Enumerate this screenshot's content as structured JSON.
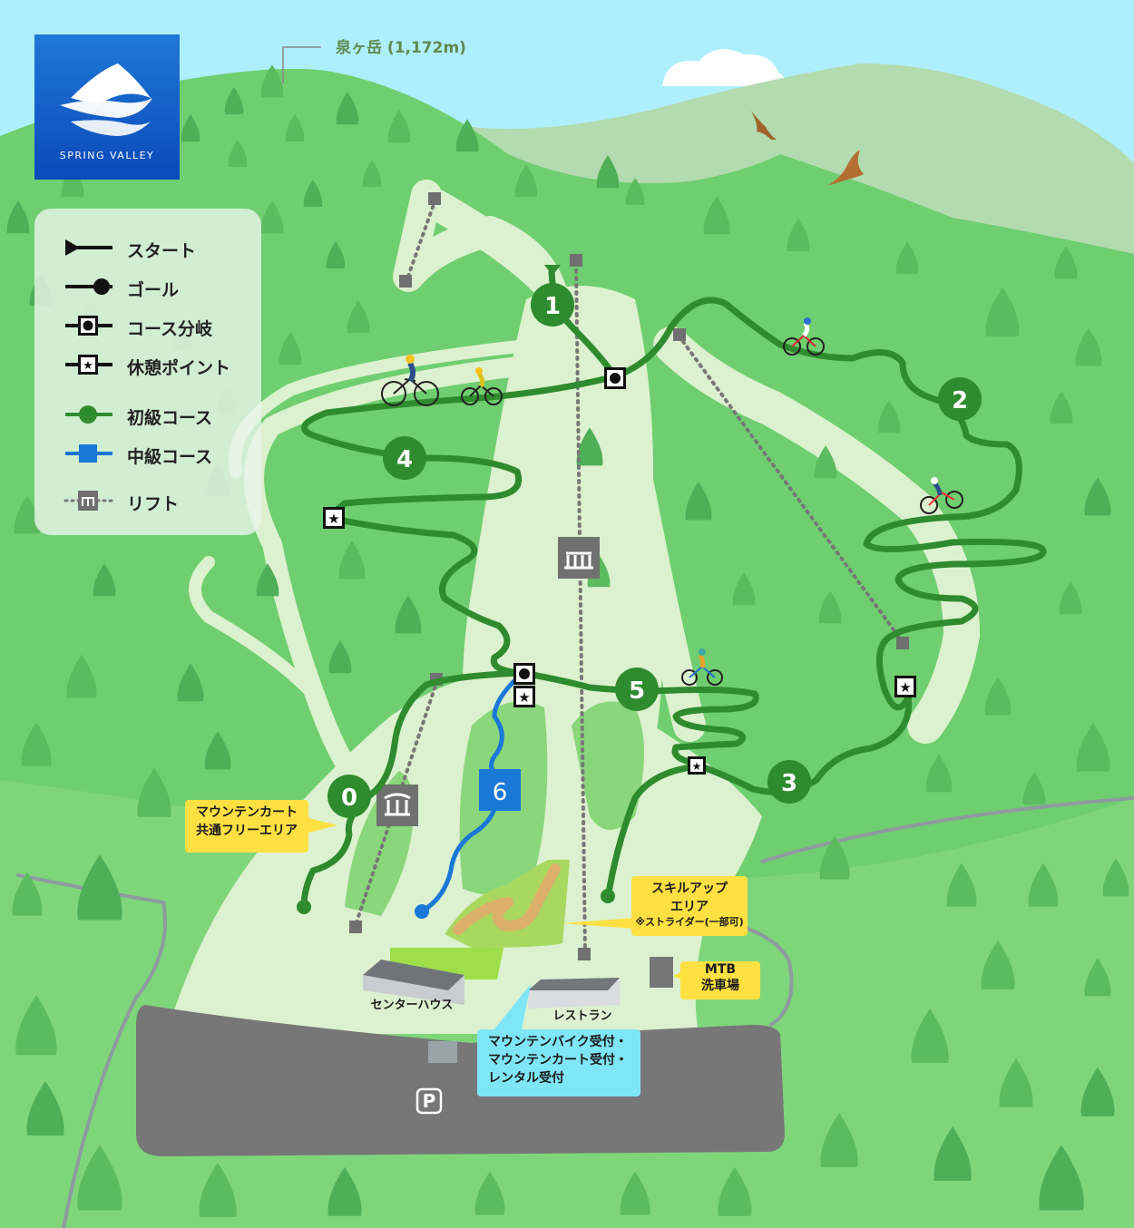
{
  "logo": {
    "name": "Spring Valley",
    "text": "SPRING VALLEY"
  },
  "peak": {
    "label": "泉ヶ岳 (1,172m)"
  },
  "legend": {
    "items": [
      {
        "key": "start",
        "label": "スタート"
      },
      {
        "key": "goal",
        "label": "ゴール"
      },
      {
        "key": "branch",
        "label": "コース分岐"
      },
      {
        "key": "rest",
        "label": "休憩ポイント"
      },
      {
        "key": "beginner",
        "label": "初級コース",
        "color": "#2e8b2e"
      },
      {
        "key": "intermediate",
        "label": "中級コース",
        "color": "#1a78d8"
      },
      {
        "key": "lift",
        "label": "リフト"
      }
    ]
  },
  "courses": [
    {
      "number": "0",
      "level": "beginner"
    },
    {
      "number": "1",
      "level": "beginner"
    },
    {
      "number": "2",
      "level": "beginner"
    },
    {
      "number": "3",
      "level": "beginner"
    },
    {
      "number": "4",
      "level": "beginner"
    },
    {
      "number": "5",
      "level": "beginner"
    },
    {
      "number": "6",
      "level": "intermediate"
    }
  ],
  "facilities": {
    "center_house": "センターハウス",
    "restaurant": "レストラン",
    "parking": "P"
  },
  "callouts": {
    "cart_area": {
      "line1": "マウンテンカート",
      "line2": "共通フリーエリア"
    },
    "skill_area": {
      "line1": "スキルアップ",
      "line2": "エリア",
      "note": "※ストライダー(一部可)"
    },
    "wash": {
      "line1": "MTB",
      "line2": "洗車場"
    },
    "reception": {
      "line1": "マウンテンバイク受付・",
      "line2": "マウンテンカート受付・",
      "line3": "レンタル受付"
    }
  },
  "colors": {
    "sky": "#aeeffd",
    "grass": "#66cc66",
    "slope": "#dff3d2",
    "beginner": "#2e8b2e",
    "intermediate": "#1a78d8",
    "parking": "#777777",
    "callout_yellow": "#ffe042",
    "callout_cyan": "#7fe6f8"
  }
}
